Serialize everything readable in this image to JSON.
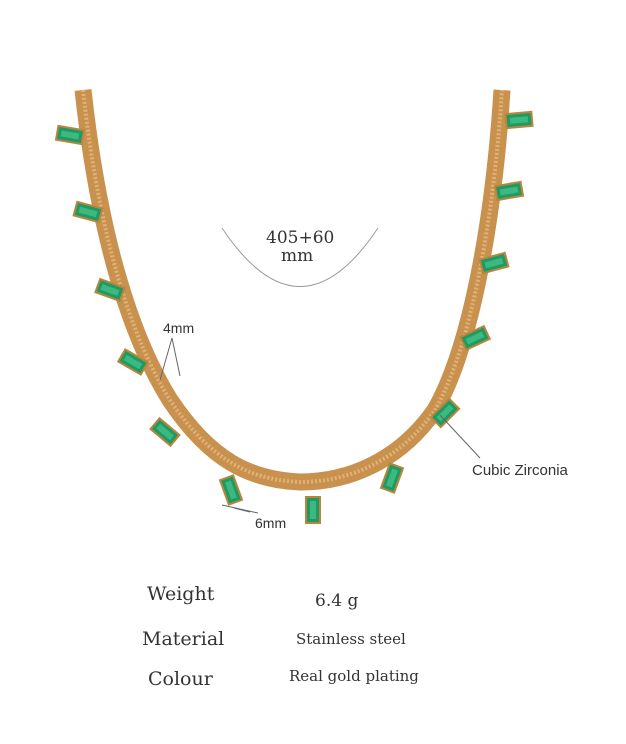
{
  "length": {
    "value": "405+60",
    "unit": "mm"
  },
  "annotations": {
    "chain_width": "4mm",
    "stone_size": "6mm",
    "stone": "Cubic Zirconia"
  },
  "specs": [
    {
      "label": "Weight",
      "value": "6.4 g"
    },
    {
      "label": "Material",
      "value": "Stainless steel"
    },
    {
      "label": "Colour",
      "value": "Real gold plating"
    }
  ],
  "colors": {
    "gold": "#c8914e",
    "gem": "#1f9a63"
  }
}
